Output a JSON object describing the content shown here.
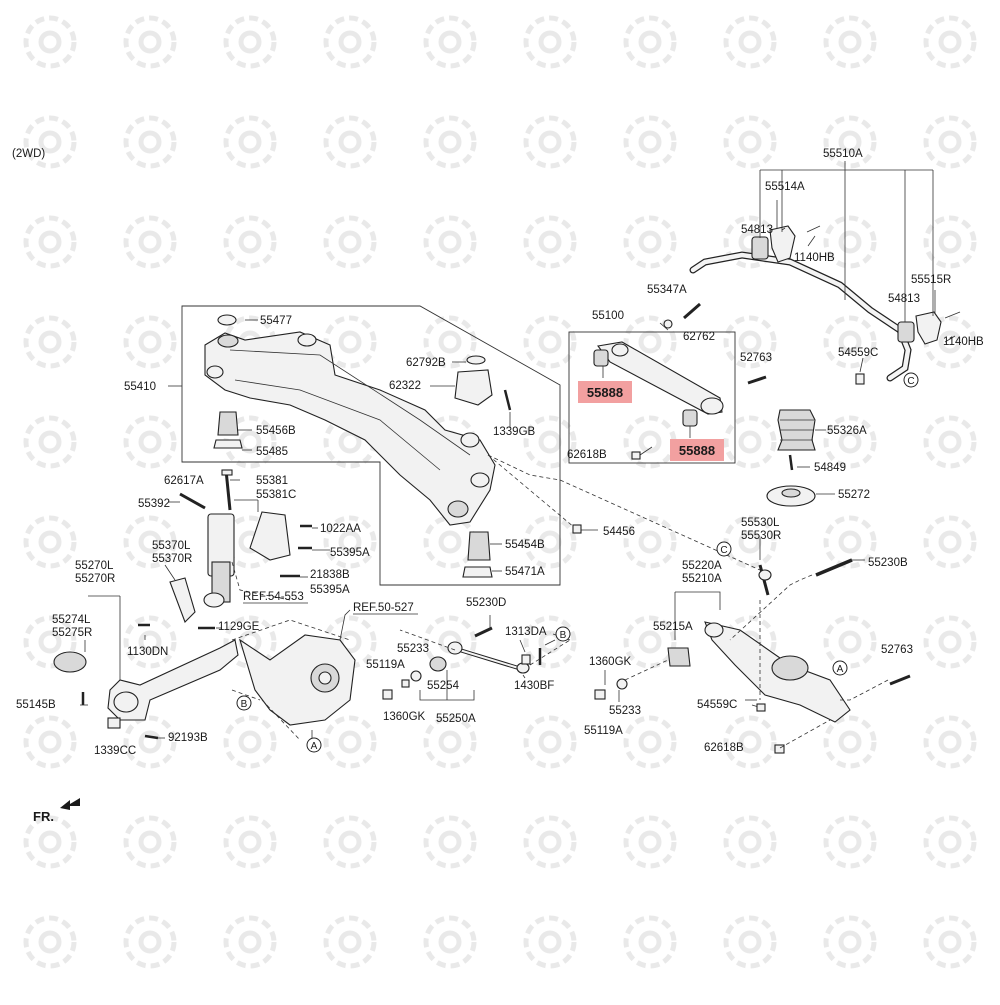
{
  "header": {
    "variant": "(2WD)"
  },
  "direction": {
    "label": "FR."
  },
  "references": {
    "ref1": "REF.54-553",
    "ref2": "REF.50-527"
  },
  "highlight_color": "#f2a0a0",
  "highlights": [
    "55888",
    "55888"
  ],
  "circles": [
    "A",
    "A",
    "A",
    "B",
    "B",
    "C",
    "C"
  ],
  "labels": {
    "p55510A": "55510A",
    "p55514A": "55514A",
    "p54813a": "54813",
    "p1140HBa": "1140HB",
    "p55515R": "55515R",
    "p54813b": "54813",
    "p1140HBb": "1140HB",
    "p54559Ca": "54559C",
    "p55347A": "55347A",
    "p62762": "62762",
    "p55100": "55100",
    "p52763a": "52763",
    "p62618Ba": "62618B",
    "p55326A": "55326A",
    "p54849": "54849",
    "p55272": "55272",
    "p55477": "55477",
    "p62792B": "62792B",
    "p62322": "62322",
    "p55410": "55410",
    "p1339GB": "1339GB",
    "p55456B": "55456B",
    "p55485": "55485",
    "p62617A": "62617A",
    "p55381": "55381",
    "p55381C": "55381C",
    "p55392": "55392",
    "p1022AA": "1022AA",
    "p55454B": "55454B",
    "p54456": "54456",
    "p55395Aa": "55395A",
    "p55370L": "55370L",
    "p55370R": "55370R",
    "p55471A": "55471A",
    "p21838B": "21838B",
    "p55395Ab": "55395A",
    "p55270L": "55270L",
    "p55270R": "55270R",
    "p55530L": "55530L",
    "p55530R": "55530R",
    "p55230Ba": "55230B",
    "p55220A": "55220A",
    "p55210A": "55210A",
    "p55274L": "55274L",
    "p55275R": "55275R",
    "p1129GE": "1129GE",
    "p55230D": "55230D",
    "p1130DN": "1130DN",
    "p55233a": "55233",
    "p1313DA": "1313DA",
    "p55215A": "55215A",
    "p55119Aa": "55119A",
    "p55254": "55254",
    "p1430BF": "1430BF",
    "p1360GKa": "1360GK",
    "p52763b": "52763",
    "p55145B": "55145B",
    "p1360GKb": "1360GK",
    "p55250A": "55250A",
    "p55233b": "55233",
    "p54559Cb": "54559C",
    "p92193B": "92193B",
    "p1339CC": "1339CC",
    "p55119Ab": "55119A",
    "p62618Bb": "62618B"
  }
}
